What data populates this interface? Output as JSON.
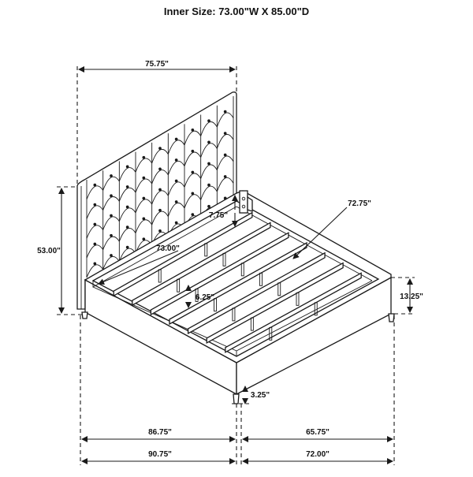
{
  "title": "Inner Size: 73.00\"W X 85.00\"D",
  "dimensions": {
    "headboard_width": "75.75\"",
    "overall_height": "53.00\"",
    "inner_width": "73.00\"",
    "rail_length": "72.75\"",
    "headboard_offset": "7.75\"",
    "slat_leg_height": "6.25\"",
    "rail_height": "13.25\"",
    "clearance": "3.25\"",
    "bottom_left_inner": "86.75\"",
    "bottom_right_inner": "65.75\"",
    "bottom_left_outer": "90.75\"",
    "bottom_right_outer": "72.00\""
  }
}
